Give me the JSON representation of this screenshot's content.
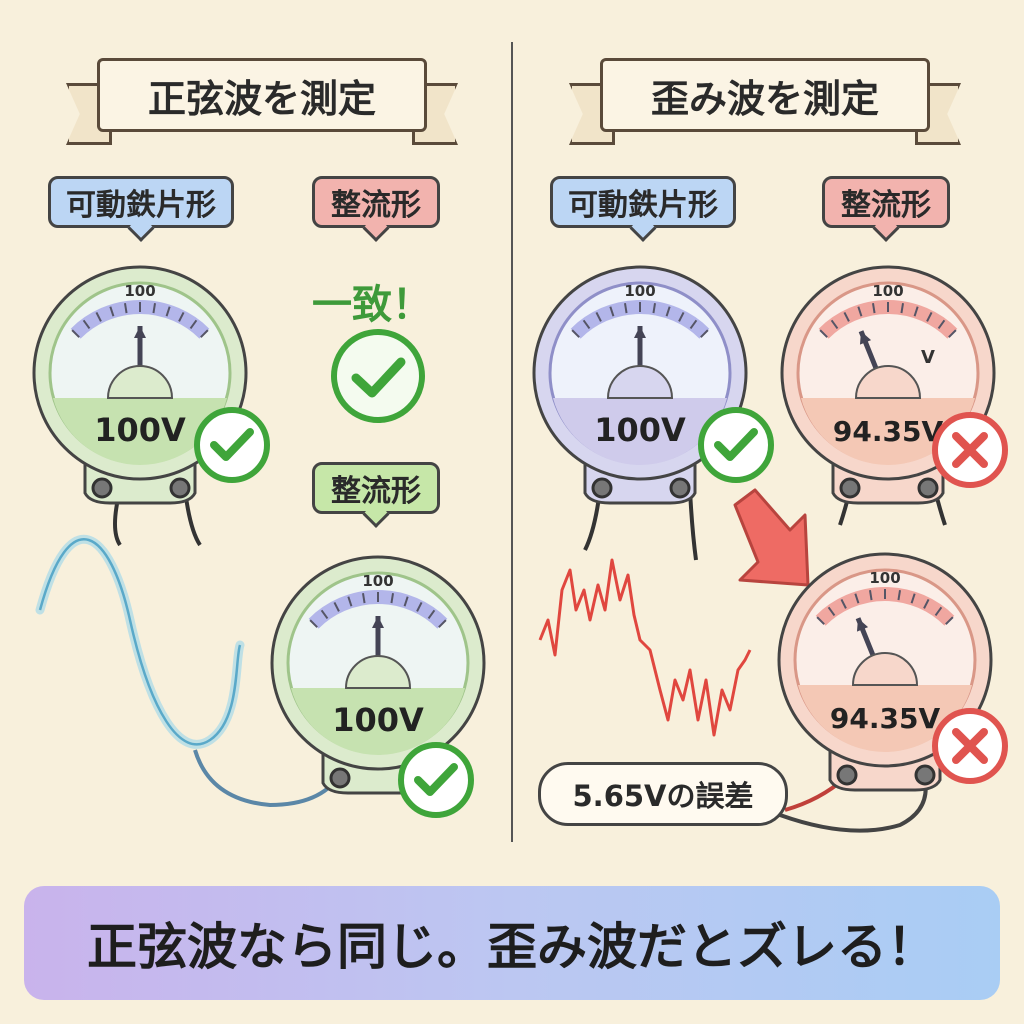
{
  "left": {
    "title": "正弦波を測定",
    "moving_iron_label": "可動鉄片形",
    "rectifier_label": "整流形",
    "match_text": "一致！",
    "rectifier_label_2": "整流形",
    "meters": [
      {
        "scale": "100",
        "value": "100V",
        "reading": 1.0,
        "unit_mark": "",
        "status": "check"
      },
      {
        "scale": "100",
        "value": "100V",
        "reading": 1.0,
        "unit_mark": "",
        "status": "check"
      }
    ]
  },
  "right": {
    "title": "歪み波を測定",
    "moving_iron_label": "可動鉄片形",
    "rectifier_label": "整流形",
    "error_note": "5.65Vの誤差",
    "meters": [
      {
        "scale": "100",
        "value": "100V",
        "reading": 1.0,
        "unit_mark": "",
        "status": "check"
      },
      {
        "scale": "100",
        "value": "94.35V",
        "reading": 0.9435,
        "unit_mark": "V",
        "status": "cross"
      },
      {
        "scale": "100",
        "value": "94.35V",
        "reading": 0.9435,
        "unit_mark": "",
        "status": "cross"
      }
    ]
  },
  "footer": {
    "text": "正弦波なら同じ。歪み波だとズレる！"
  },
  "colors": {
    "check": "#3fa53a",
    "cross": "#e0544f",
    "sine": "#8fd3ec",
    "distorted": "#e0473f"
  }
}
